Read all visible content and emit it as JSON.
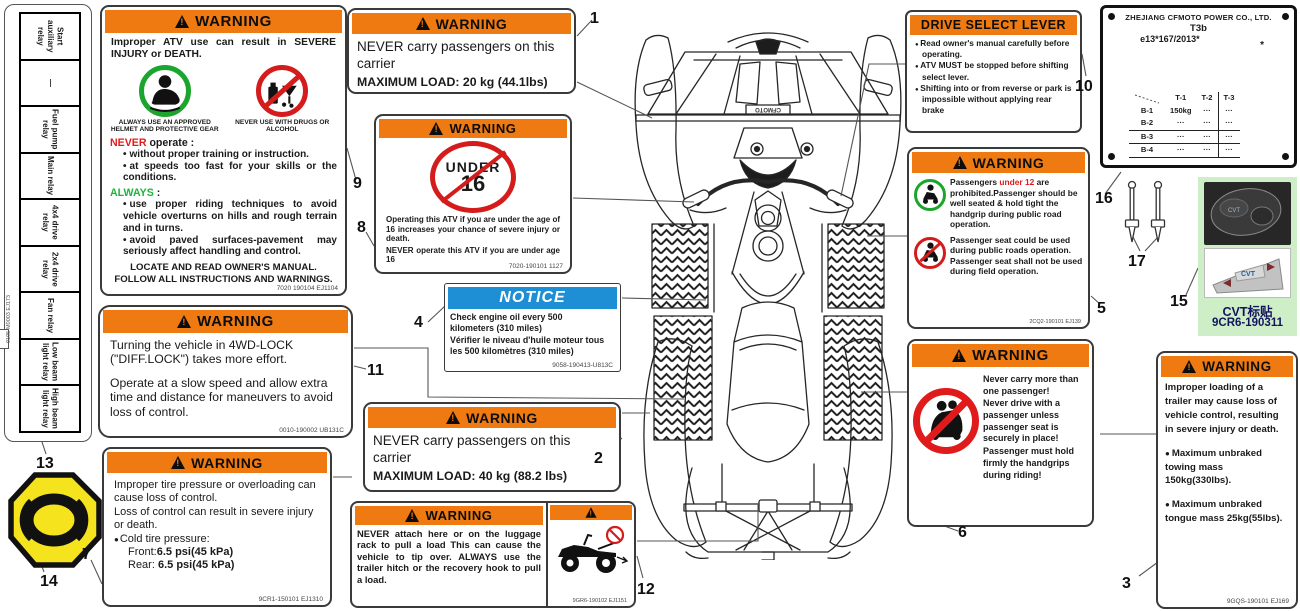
{
  "relay_panel": {
    "items": [
      "Start auxiliary relay",
      "—",
      "Fuel pump relay",
      "Main relay",
      "4x4 drive relay",
      "2x4 drive relay",
      "Fan relay",
      "Low beam light relay",
      "High beam light relay"
    ],
    "code": "9195-M0003 EJ173"
  },
  "callouts": [
    "1",
    "2",
    "3",
    "4",
    "5",
    "6",
    "7",
    "8",
    "9",
    "10",
    "11",
    "12",
    "13",
    "14",
    "15",
    "16",
    "17"
  ],
  "labels": {
    "main": {
      "header": "WARNING",
      "intro": "Improper ATV use can result in SEVERE INJURY or DEATH.",
      "helmet_caption": "ALWAYS USE AN APPROVED HELMET AND PROTECTIVE GEAR",
      "drugs_caption": "NEVER USE WITH DRUGS OR ALCOHOL",
      "never_word": "NEVER",
      "never_rest": "operate :",
      "never_items": [
        "without proper training or instruction.",
        "at speeds too fast for your skills or the conditions."
      ],
      "always_word": "ALWAYS",
      "always_rest": ":",
      "always_items": [
        "use proper riding techniques to avoid vehicle overturns on hills and rough terrain and in turns.",
        "avoid paved surfaces-pavement may seriously affect handling and control."
      ],
      "footer1": "LOCATE AND READ OWNER'S MANUAL.",
      "footer2": "FOLLOW ALL INSTRUCTIONS AND WARNINGS.",
      "code": "7020 190104 EJ1104"
    },
    "carrier_front": {
      "header": "WARNING",
      "text": "NEVER carry passengers on this carrier",
      "load": "MAXIMUM LOAD: 20 kg (44.1lbs)"
    },
    "carrier_rear": {
      "header": "WARNING",
      "text": "NEVER carry passengers on this carrier",
      "load": "MAXIMUM LOAD: 40 kg (88.2 lbs)"
    },
    "under16": {
      "header": "WARNING",
      "circle_word": "UNDER",
      "circle_num": "16",
      "p1": "Operating this ATV if you are under the age of 16 increases your chance of severe injury or death.",
      "p2_word": "NEVER",
      "p2_rest": " operate this ATV if you are under age 16",
      "code": "7020-190101 1127"
    },
    "notice": {
      "header": "NOTICE",
      "line1": "Check engine oil every 500",
      "line2": "kilometers (310 miles)",
      "line3": "Vérifier le niveau d'huile moteur tous",
      "line4": "les 500 kilomètres (310 miles)",
      "code": "9058-190413-U813C"
    },
    "lock4wd": {
      "header": "WARNING",
      "p1": "Turning the vehicle in 4WD-LOCK (\"DIFF.LOCK\") takes more effort.",
      "p2": "Operate at a slow speed and allow extra time and distance for maneuvers to avoid loss of control.",
      "code": "0010-190002 UB131C"
    },
    "tire": {
      "header": "WARNING",
      "p1": "Improper tire pressure or overloading can cause loss of control.",
      "p2": "Loss of control can result in severe injury or death.",
      "bullet": "Cold tire pressure:",
      "front": "Front:",
      "front_val": "6.5 psi(45 kPa)",
      "rear": "Rear: ",
      "rear_val": "6.5 psi(45 kPa)",
      "code": "9CR1-150101 EJ1310"
    },
    "hitch": {
      "header": "WARNING",
      "text": "NEVER attach here or on the luggage rack to pull a load This can cause the vehicle to tip over. ALWAYS use the trailer hitch or the recovery hook to pull a load.",
      "code": "9GR6-190102 EJ1151"
    },
    "drive_select": {
      "header": "DRIVE SELECT LEVER",
      "items": [
        "Read owner's manual carefully before operating.",
        "ATV MUST be stopped before shifting select lever.",
        "Shifting into or from reverse or park is impossible without applying rear brake"
      ]
    },
    "plate": {
      "company": "ZHEJIANG CFMOTO POWER CO., LTD.",
      "model": "T3b",
      "approval": "e13*167/2013*",
      "star": "*",
      "cols": [
        "T-1",
        "T-2",
        "T-3"
      ],
      "rows": [
        [
          "B-1",
          "150kg",
          "···",
          "···"
        ],
        [
          "B-2",
          "···",
          "···",
          "···"
        ],
        [
          "B-3",
          "···",
          "···",
          "···"
        ],
        [
          "B-4",
          "···",
          "···",
          "···"
        ]
      ]
    },
    "passenger12": {
      "header": "WARNING",
      "p1_pre": "Passengers ",
      "p1_red": "under 12",
      "p1_post": " are prohibited.Passenger should be well seated & hold tight the handgrip during public road operation.",
      "p2": "Passenger seat could be used during public roads operation. Passenger seat shall not be used during field operation.",
      "code": "2CQ2-190101 EJ139"
    },
    "one_passenger": {
      "header": "WARNING",
      "p1": "Never carry more than one passenger!",
      "p2": "Never drive with a passenger unless passenger seat is securely in place!",
      "p3": "Passenger must hold firmly the handgrips during riding!"
    },
    "trailer": {
      "header": "WARNING",
      "p1": "Improper loading of a trailer may cause loss of vehicle control, resulting in severe injury or death.",
      "b1_pre": "Maximum unbraked towing mass ",
      "b1_val": "150kg(330lbs).",
      "b2_pre": "Maximum unbraked tongue mass ",
      "b2_val": "25kg(55lbs).",
      "code": "9GQS-190101 EJ169"
    },
    "cvt": {
      "caption": "CVT标贴",
      "code": "9CR6-190311"
    }
  },
  "colors": {
    "warning_orange": "#ee7a11",
    "notice_blue": "#1f8fd5",
    "prohibition_red": "#d41c1c",
    "allowed_green": "#1ba52c",
    "never_red": "#e01b1b",
    "always_green": "#1fb23c",
    "cvt_panel_green": "#cdeec6",
    "octagon_yellow": "#f5e41d"
  }
}
